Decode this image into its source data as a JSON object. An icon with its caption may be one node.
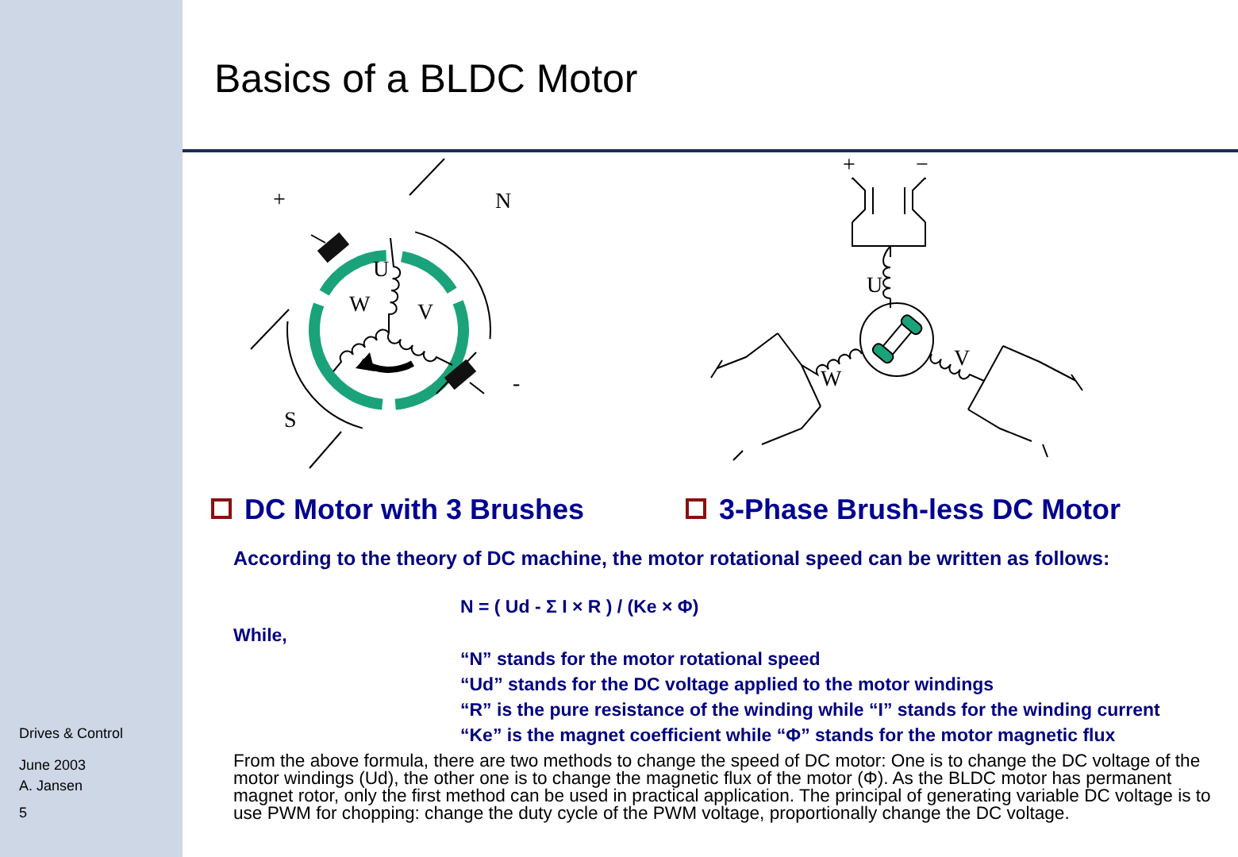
{
  "diagram": {
    "title": "Basics of a BLDC Motor",
    "labels": [
      "+",
      "N",
      "U",
      "W",
      "V",
      "-",
      "S",
      "+",
      "−",
      "U",
      "V",
      "W",
      "DC Motor with 3 Brushes",
      "3-Phase Brush-less DC Motor",
      "According to the theory of DC machine, the motor rotational speed can be written as follows:",
      "N = ( Ud - Σ I × R ) / (Ke × Φ)",
      "While,",
      "“N” stands for the motor rotational speed",
      "“Ud” stands for the DC voltage applied to the motor windings",
      "“R” is the pure resistance of the winding while “I” stands for the winding current",
      "“Ke” is the magnet coefficient while “Φ” stands for the motor magnetic flux",
      "From the above formula, there are two methods to change the speed of DC motor: One is to change the DC voltage of the motor windings (Ud), the other one is to change the magnetic flux of the motor (Φ). As the BLDC motor has permanent magnet rotor, only the first method can be  used in practical application. The principal of generating variable DC voltage is to use PWM for chopping: change the duty cycle of the PWM voltage, proportionally change the DC voltage.",
      "Drives & Control",
      "June 2003",
      "A. Jansen",
      "5"
    ]
  }
}
